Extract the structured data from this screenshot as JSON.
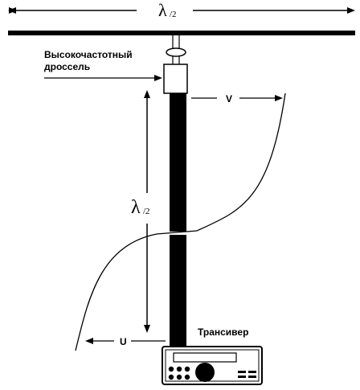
{
  "labels": {
    "top_dimension_symbol": "λ",
    "top_dimension_subscript": "/2",
    "choke_line1": "Высокочастотный",
    "choke_line2": "дроссель",
    "voltage": "V",
    "current": "U",
    "feeder_dimension_symbol": "λ",
    "feeder_dimension_subscript": "/2",
    "transceiver": "Трансивер"
  },
  "colors": {
    "line": "#000000",
    "background": "#ffffff",
    "choke_fill": "#ffffff"
  }
}
